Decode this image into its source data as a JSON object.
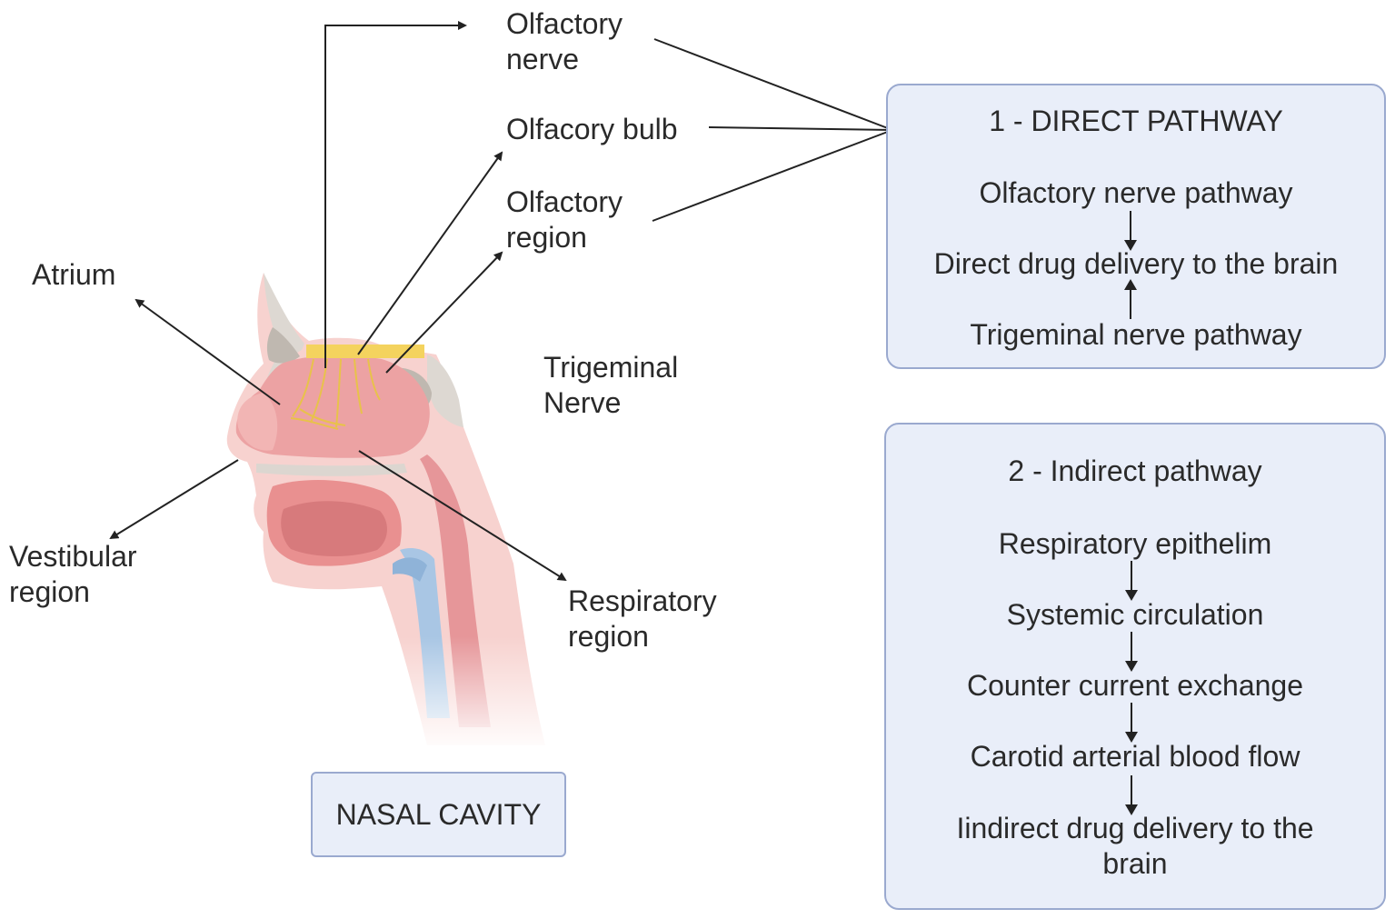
{
  "labels": {
    "olfactory_nerve": [
      "Olfactory",
      "nerve"
    ],
    "olfactory_bulb": "Olfacory bulb",
    "olfactory_region": [
      "Olfactory",
      "region"
    ],
    "atrium": "Atrium",
    "trigeminal_nerve": [
      "Trigeminal",
      "Nerve"
    ],
    "vestibular_region": [
      "Vestibular",
      "region"
    ],
    "respiratory_region": [
      "Respiratory",
      "region"
    ]
  },
  "nasal_cavity_box": "NASAL CAVITY",
  "direct_box": {
    "title": "1 - DIRECT  PATHWAY",
    "items": [
      "Olfactory nerve pathway",
      "Direct drug delivery to the brain",
      "Trigeminal nerve pathway"
    ]
  },
  "indirect_box": {
    "title": "2 - Indirect pathway",
    "items": [
      "Respiratory epithelim",
      "Systemic circulation",
      "Counter current exchange",
      "Carotid arterial blood flow",
      "Iindirect drug delivery to the",
      "brain"
    ]
  },
  "colors": {
    "box_fill": "#e9eef9",
    "box_border": "#9aa9cf",
    "tissue_pink": "#f2b1b0",
    "cavity_pink": "#ea9a9c",
    "bone_grey": "#c9c3bd",
    "olfactory_yellow": "#f4d35e",
    "trachea_blue": "#a9c6e4"
  }
}
